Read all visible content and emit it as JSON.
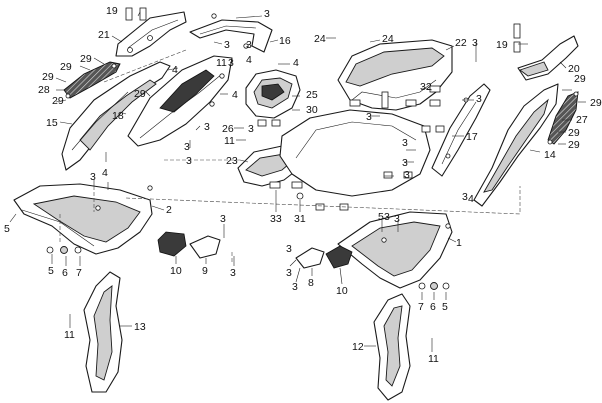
{
  "diagram": {
    "callouts": [
      {
        "id": "c19a",
        "text": "19"
      },
      {
        "id": "c21",
        "text": "21"
      },
      {
        "id": "c3a",
        "text": "3"
      },
      {
        "id": "c3b",
        "text": "3"
      },
      {
        "id": "c3c",
        "text": "3"
      },
      {
        "id": "c16",
        "text": "16"
      },
      {
        "id": "c4a",
        "text": "4"
      },
      {
        "id": "c4b",
        "text": "4"
      },
      {
        "id": "c24a",
        "text": "24"
      },
      {
        "id": "c24b",
        "text": "24"
      },
      {
        "id": "c22",
        "text": "22"
      },
      {
        "id": "c3d",
        "text": "3"
      },
      {
        "id": "c19b",
        "text": "19"
      },
      {
        "id": "c20",
        "text": "20"
      },
      {
        "id": "c29a",
        "text": "29"
      },
      {
        "id": "c29b",
        "text": "29"
      },
      {
        "id": "c29c",
        "text": "29"
      },
      {
        "id": "c28",
        "text": "28"
      },
      {
        "id": "c29d",
        "text": "29"
      },
      {
        "id": "c29e",
        "text": "29"
      },
      {
        "id": "c18",
        "text": "18"
      },
      {
        "id": "c4c",
        "text": "4"
      },
      {
        "id": "c4d",
        "text": "4"
      },
      {
        "id": "c25",
        "text": "25"
      },
      {
        "id": "c30",
        "text": "30"
      },
      {
        "id": "c32",
        "text": "32"
      },
      {
        "id": "c3e",
        "text": "3"
      },
      {
        "id": "c29f",
        "text": "29"
      },
      {
        "id": "c29g",
        "text": "29"
      },
      {
        "id": "c27",
        "text": "27"
      },
      {
        "id": "c15",
        "text": "15"
      },
      {
        "id": "c3f",
        "text": "3"
      },
      {
        "id": "c26",
        "text": "26"
      },
      {
        "id": "c3g",
        "text": "3"
      },
      {
        "id": "c11a",
        "text": "11"
      },
      {
        "id": "c17",
        "text": "17"
      },
      {
        "id": "c29h",
        "text": "29"
      },
      {
        "id": "c29i",
        "text": "29"
      },
      {
        "id": "c3h",
        "text": "3"
      },
      {
        "id": "c14",
        "text": "14"
      },
      {
        "id": "c23",
        "text": "23"
      },
      {
        "id": "c3i",
        "text": "3"
      },
      {
        "id": "c3j",
        "text": "3"
      },
      {
        "id": "c3k",
        "text": "3"
      },
      {
        "id": "c4e",
        "text": "4"
      },
      {
        "id": "c2",
        "text": "2"
      },
      {
        "id": "c3l",
        "text": "3"
      },
      {
        "id": "c3m",
        "text": "3"
      },
      {
        "id": "c4f",
        "text": "4"
      },
      {
        "id": "c33",
        "text": "33"
      },
      {
        "id": "c31",
        "text": "31"
      },
      {
        "id": "c5a",
        "text": "5"
      },
      {
        "id": "c3n",
        "text": "3"
      },
      {
        "id": "c5b",
        "text": "5"
      },
      {
        "id": "c3o",
        "text": "3"
      },
      {
        "id": "c1",
        "text": "1"
      },
      {
        "id": "c5c",
        "text": "5"
      },
      {
        "id": "c6a",
        "text": "6"
      },
      {
        "id": "c7a",
        "text": "7"
      },
      {
        "id": "c10a",
        "text": "10"
      },
      {
        "id": "c9",
        "text": "9"
      },
      {
        "id": "c3p",
        "text": "3"
      },
      {
        "id": "c3q",
        "text": "3"
      },
      {
        "id": "c8",
        "text": "8"
      },
      {
        "id": "c10b",
        "text": "10"
      },
      {
        "id": "c3r",
        "text": "3"
      },
      {
        "id": "c7b",
        "text": "7"
      },
      {
        "id": "c6b",
        "text": "6"
      },
      {
        "id": "c5d",
        "text": "5"
      },
      {
        "id": "c11b",
        "text": "11"
      },
      {
        "id": "c13",
        "text": "13"
      },
      {
        "id": "c12",
        "text": "12"
      },
      {
        "id": "c11c",
        "text": "11"
      },
      {
        "id": "c3s",
        "text": "3"
      },
      {
        "id": "c3t",
        "text": "3"
      },
      {
        "id": "c3u",
        "text": "3"
      },
      {
        "id": "c3v",
        "text": "3"
      },
      {
        "id": "c11d",
        "text": "11"
      },
      {
        "id": "c3w",
        "text": "3"
      }
    ]
  }
}
